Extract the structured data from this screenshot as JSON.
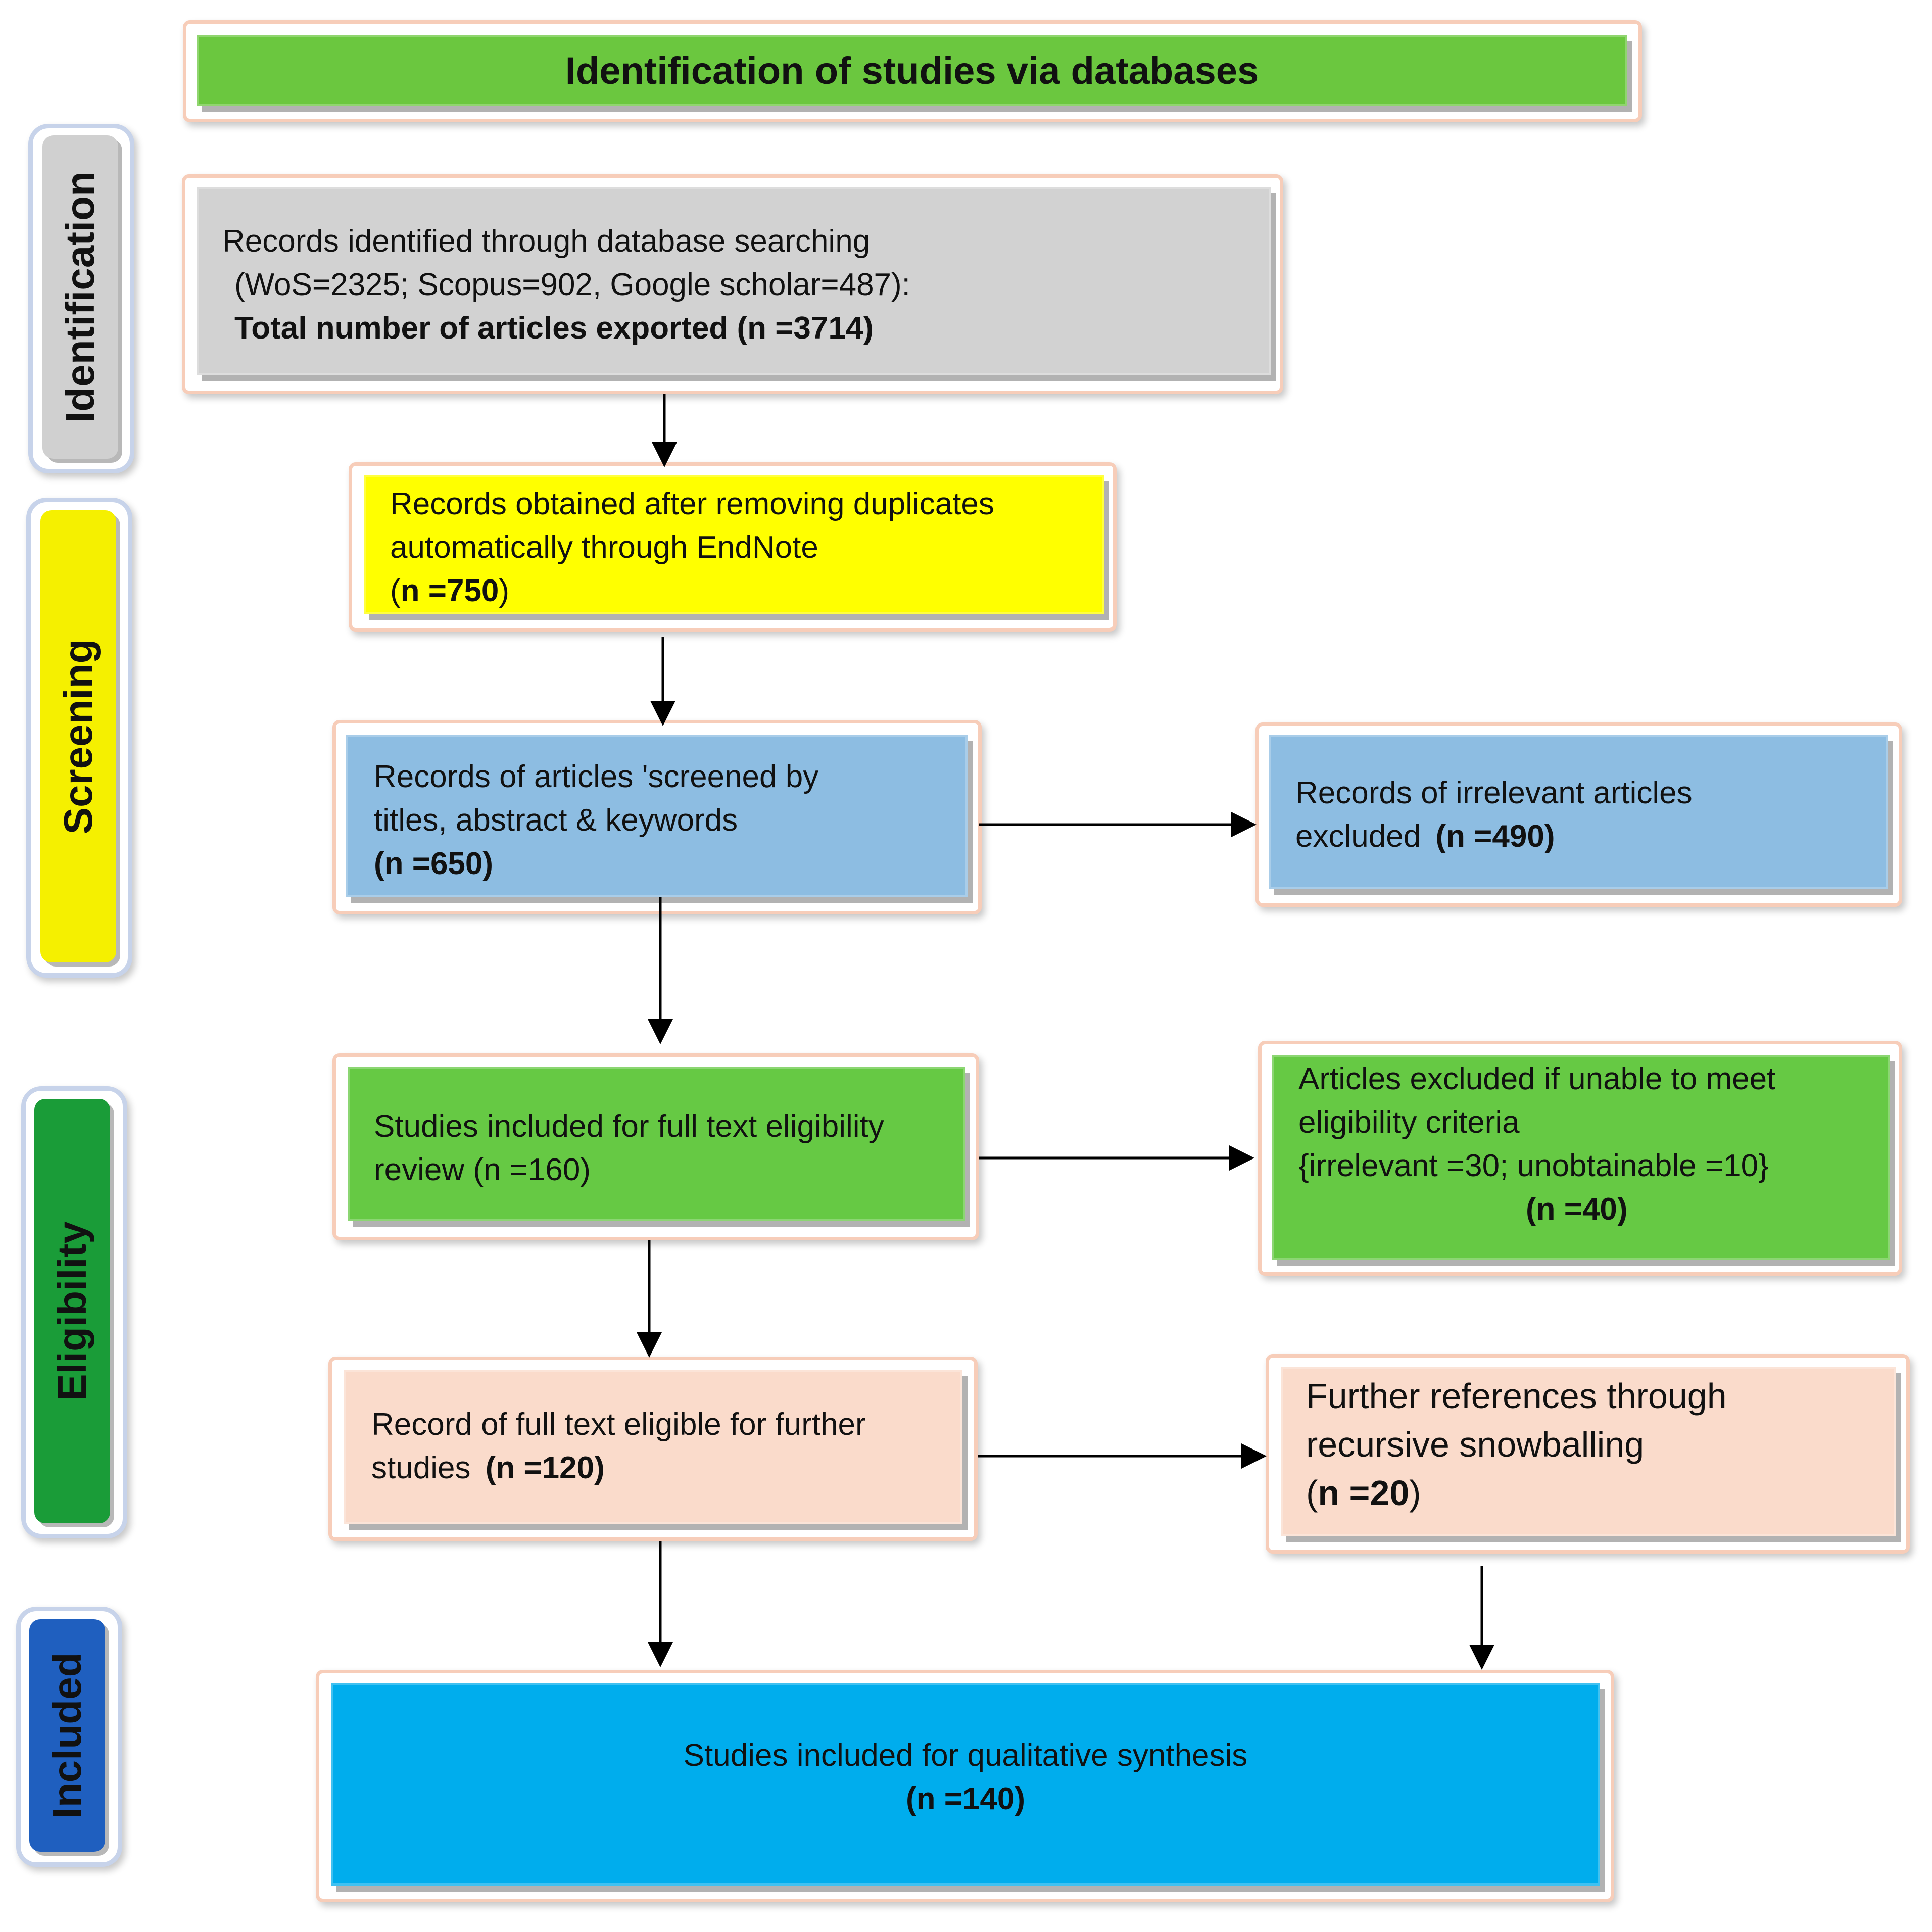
{
  "header": {
    "title": "Identification of studies via databases"
  },
  "stages": [
    {
      "label": "Identification",
      "color": "#d0d0d0"
    },
    {
      "label": "Screening",
      "color": "#f5f000"
    },
    {
      "label": "Eligibility",
      "color": "#1a9c38"
    },
    {
      "label": "Included",
      "color": "#1f5fbf"
    }
  ],
  "boxes": {
    "identified": {
      "line1": "Records identified through database searching",
      "line2": "(WoS=2325; Scopus=902, Google scholar=487):",
      "line3": "Total number of articles exported (n =3714)",
      "color": "#d2d2d2"
    },
    "deduplicated": {
      "line1": "Records obtained after removing duplicates",
      "line2": "automatically through EndNote",
      "line3_open": "(",
      "line3_bold": "n =750",
      "line3_close": ")",
      "color": "#ffff00"
    },
    "screened": {
      "line1": "Records of articles 'screened by",
      "line2": "titles, abstract & keywords",
      "line3": "(n =650)",
      "color": "#8dbde2"
    },
    "irrelevant": {
      "line1": "Records of irrelevant articles",
      "line2": "excluded",
      "line2_bold": "(n =490)",
      "color": "#8dbde2"
    },
    "fulltext": {
      "line1": "Studies included for full text eligibility",
      "line2": "review (n =160)",
      "color": "#66c944"
    },
    "excluded": {
      "line1": "Articles excluded if unable to meet",
      "line2": "eligibility criteria",
      "line3": "{irrelevant =30; unobtainable =10}",
      "line4": "(n =40)",
      "color": "#66c944"
    },
    "eligible": {
      "line1": "Record of full text eligible for further",
      "line2": "studies",
      "line2_bold": "(n =120)",
      "color": "#fadbcb"
    },
    "snowball": {
      "line1": "Further references through",
      "line2": "recursive snowballing",
      "line3_open": "(",
      "line3_bold": "n =20",
      "line3_close": ")",
      "color": "#fadbcb"
    },
    "included": {
      "line1": "Studies included for qualitative synthesis",
      "line2": "(n =140)",
      "color": "#00aded"
    }
  },
  "colors": {
    "header_green": "#6bc73f",
    "arrow": "#000000"
  }
}
